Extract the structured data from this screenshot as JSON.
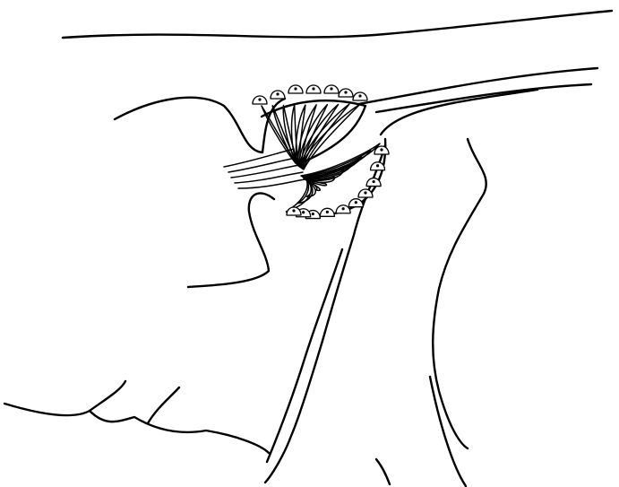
{
  "diagram": {
    "colors": {
      "ink": "#000000",
      "background": "#ffffff"
    },
    "upper_fan": {
      "fold_count": 10,
      "border_cell_count": 7
    },
    "lower_fan": {
      "fold_count": 11,
      "border_cell_count": 10
    }
  }
}
